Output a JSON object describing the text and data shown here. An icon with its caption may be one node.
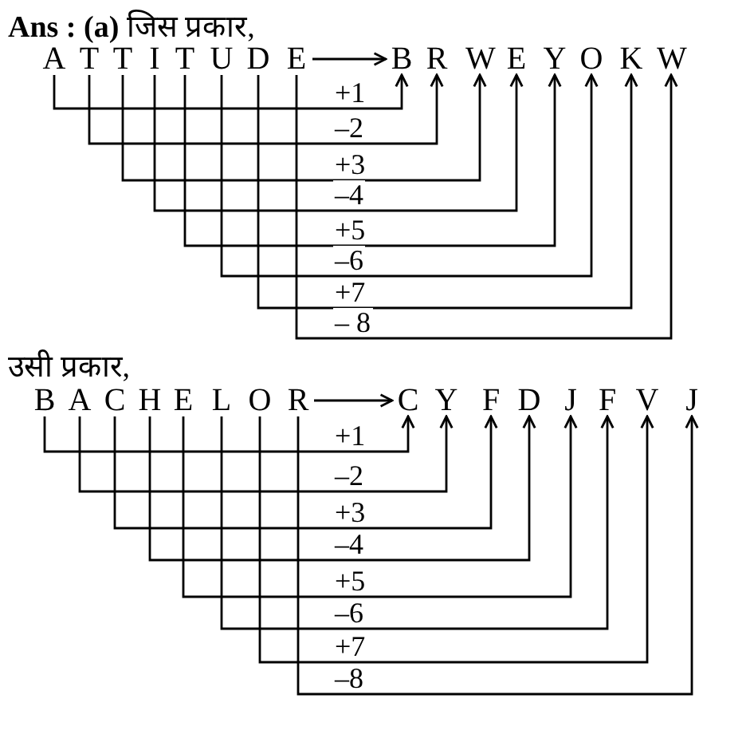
{
  "diagram": {
    "title": "**Ans : (a)** जिस प्रकार,",
    "nodes": [
      {
        "text": [
          "A"
        ]
      },
      {
        "text": [
          "T"
        ]
      },
      {
        "text": [
          "T"
        ]
      },
      {
        "text": [
          "I"
        ]
      },
      {
        "text": [
          "T"
        ]
      },
      {
        "text": [
          "U"
        ]
      },
      {
        "text": [
          "D"
        ]
      },
      {
        "text": [
          "E"
        ]
      },
      {
        "text": [
          "B"
        ]
      },
      {
        "text": [
          "R"
        ]
      },
      {
        "text": [
          "W"
        ]
      },
      {
        "text": [
          "E"
        ]
      },
      {
        "text": [
          "Y"
        ]
      },
      {
        "text": [
          "O"
        ]
      },
      {
        "text": [
          "K"
        ]
      },
      {
        "text": [
          "W"
        ]
      },
      {
        "text": [
          "B"
        ]
      },
      {
        "text": [
          "A"
        ]
      },
      {
        "text": [
          "C"
        ]
      },
      {
        "text": [
          "H"
        ]
      },
      {
        "text": [
          "E"
        ]
      },
      {
        "text": [
          "L"
        ]
      },
      {
        "text": [
          "O"
        ]
      },
      {
        "text": [
          "R"
        ]
      },
      {
        "text": [
          "C"
        ]
      },
      {
        "text": [
          "Y"
        ]
      },
      {
        "text": [
          "F"
        ]
      },
      {
        "text": [
          "D"
        ]
      },
      {
        "text": [
          "J"
        ]
      },
      {
        "text": [
          "F"
        ]
      },
      {
        "text": [
          "V"
        ]
      },
      {
        "text": [
          "J"
        ]
      }
    ],
    "edges": [
      {
        "from": 7,
        "to": 8,
        "arrow": "to"
      },
      {
        "from": 0,
        "to": 8,
        "arrow": "to",
        "label": "+1"
      },
      {
        "from": 1,
        "to": 9,
        "arrow": "to",
        "label": "–2"
      },
      {
        "from": 2,
        "to": 10,
        "arrow": "to",
        "label": "+3"
      },
      {
        "from": 3,
        "to": 11,
        "arrow": "to",
        "label": "–4"
      },
      {
        "from": 4,
        "to": 12,
        "arrow": "to",
        "label": "+5"
      },
      {
        "from": 5,
        "to": 13,
        "arrow": "to",
        "label": "–6"
      },
      {
        "from": 6,
        "to": 14,
        "arrow": "to",
        "label": "+7"
      },
      {
        "from": 7,
        "to": 15,
        "arrow": "to",
        "label": "– 8"
      },
      {
        "from": 23,
        "to": 24,
        "arrow": "to"
      },
      {
        "from": 16,
        "to": 24,
        "arrow": "to",
        "label": "+1"
      },
      {
        "from": 17,
        "to": 25,
        "arrow": "to",
        "label": "–2"
      },
      {
        "from": 18,
        "to": 26,
        "arrow": "to",
        "label": "+3"
      },
      {
        "from": 19,
        "to": 27,
        "arrow": "to",
        "label": "–4"
      },
      {
        "from": 20,
        "to": 28,
        "arrow": "to",
        "label": "+5"
      },
      {
        "from": 21,
        "to": 29,
        "arrow": "to",
        "label": "–6"
      },
      {
        "from": 22,
        "to": 30,
        "arrow": "to",
        "label": "+7"
      },
      {
        "from": 23,
        "to": 31,
        "arrow": "to",
        "label": "–8"
      }
    ],
    "labels": [
      "उसी प्रकार,"
    ]
  }
}
